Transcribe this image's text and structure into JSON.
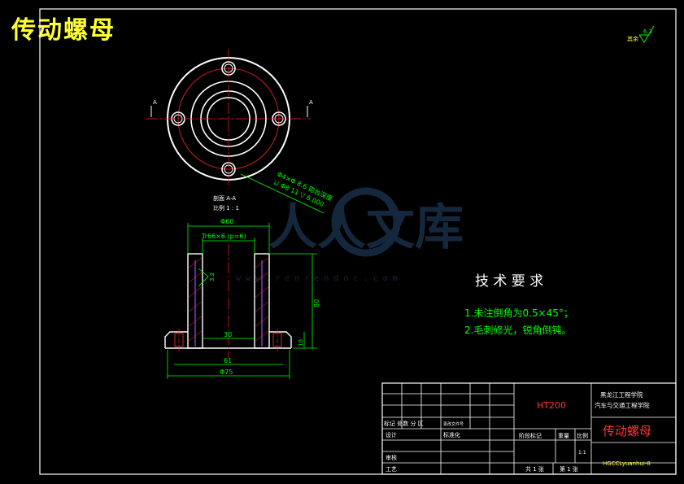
{
  "drawing": {
    "title": "传动螺母",
    "roughness_note": "其余",
    "roughness_value": "6.3",
    "section_label": "A",
    "section_title": "剖面 A-A",
    "scale_label": "比例 1 : 1",
    "hole_callout_1": "Φ4×Φ 8.6 锪台深度",
    "hole_callout_2": "⊔ Φ8 11 ▽ 6.000"
  },
  "dimensions": {
    "top_diameter": "Φ60",
    "thread": "Tr66×6 (p=6)",
    "chamfer": "3.2",
    "height": "80",
    "base_height": "10",
    "bore": "30",
    "d61": "61",
    "outer": "Φ75"
  },
  "watermark": {
    "brand": "人人文库",
    "url": "w w w . r e n r e n d o c . c o m"
  },
  "tech": {
    "heading": "技 术 要 求",
    "req1": "1.未注倒角为0.5×45°；",
    "req2": "2.毛刺修光，锐角倒钝。"
  },
  "titleblock": {
    "material": "HT200",
    "school1": "黑龙江工程学院",
    "school2": "汽车与交通工程学院",
    "part_name": "传动螺母",
    "drawing_no": "HGCCLyuanhui-8",
    "row_marks": "标记 处数 分 区",
    "row_marks2": "更改文件号",
    "design": "设计",
    "standard": "标准化",
    "check": "审核",
    "process": "工艺",
    "stage_mark": "阶段标记",
    "weight": "重量",
    "ratio": "比例",
    "ratio_value": "1:1",
    "sheets_total": "共 1 张",
    "sheet_no": "第 1 张"
  }
}
